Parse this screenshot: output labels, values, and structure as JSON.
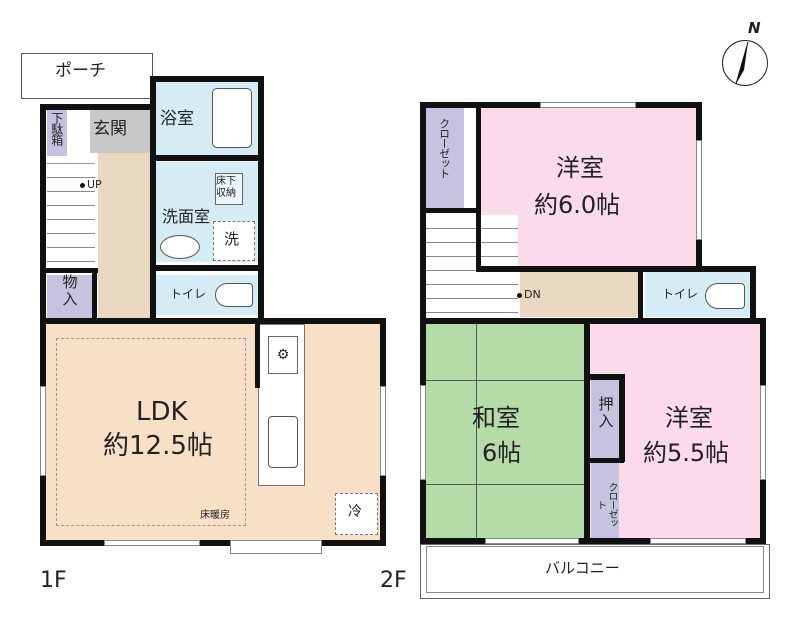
{
  "compass": {
    "label": "N"
  },
  "floor1": {
    "label": "1F",
    "rooms": {
      "porch": "ポーチ",
      "shoe_box": "下駄箱",
      "entrance": "玄関",
      "bath": "浴室",
      "underfloor_storage": "床下\n収納",
      "washroom": "洗面室",
      "washer": "洗",
      "toilet": "トイレ",
      "storage": "物入",
      "stairs_up": "UP",
      "ldk_name": "LDK",
      "ldk_size": "約12.5帖",
      "floor_heating": "床暖房",
      "fridge": "冷"
    }
  },
  "floor2": {
    "label": "2F",
    "rooms": {
      "closet_top": "クローゼット",
      "western1_name": "洋室",
      "western1_size": "約6.0帖",
      "stairs_down": "DN",
      "toilet": "トイレ",
      "japanese_name": "和室",
      "japanese_size": "6帖",
      "oshiire": "押入",
      "closet_small": "クローゼット",
      "western2_name": "洋室",
      "western2_size": "約5.5帖",
      "balcony": "バルコニー"
    }
  },
  "colors": {
    "wood": "#ead7bf",
    "ldk": "#f7e0c6",
    "bath_blue": "#d5ecf5",
    "storage_purple": "#c5c3e0",
    "entrance_gray": "#c8c8c8",
    "western_pink": "#fbdbe9",
    "japanese_green": "#b5dba8"
  }
}
